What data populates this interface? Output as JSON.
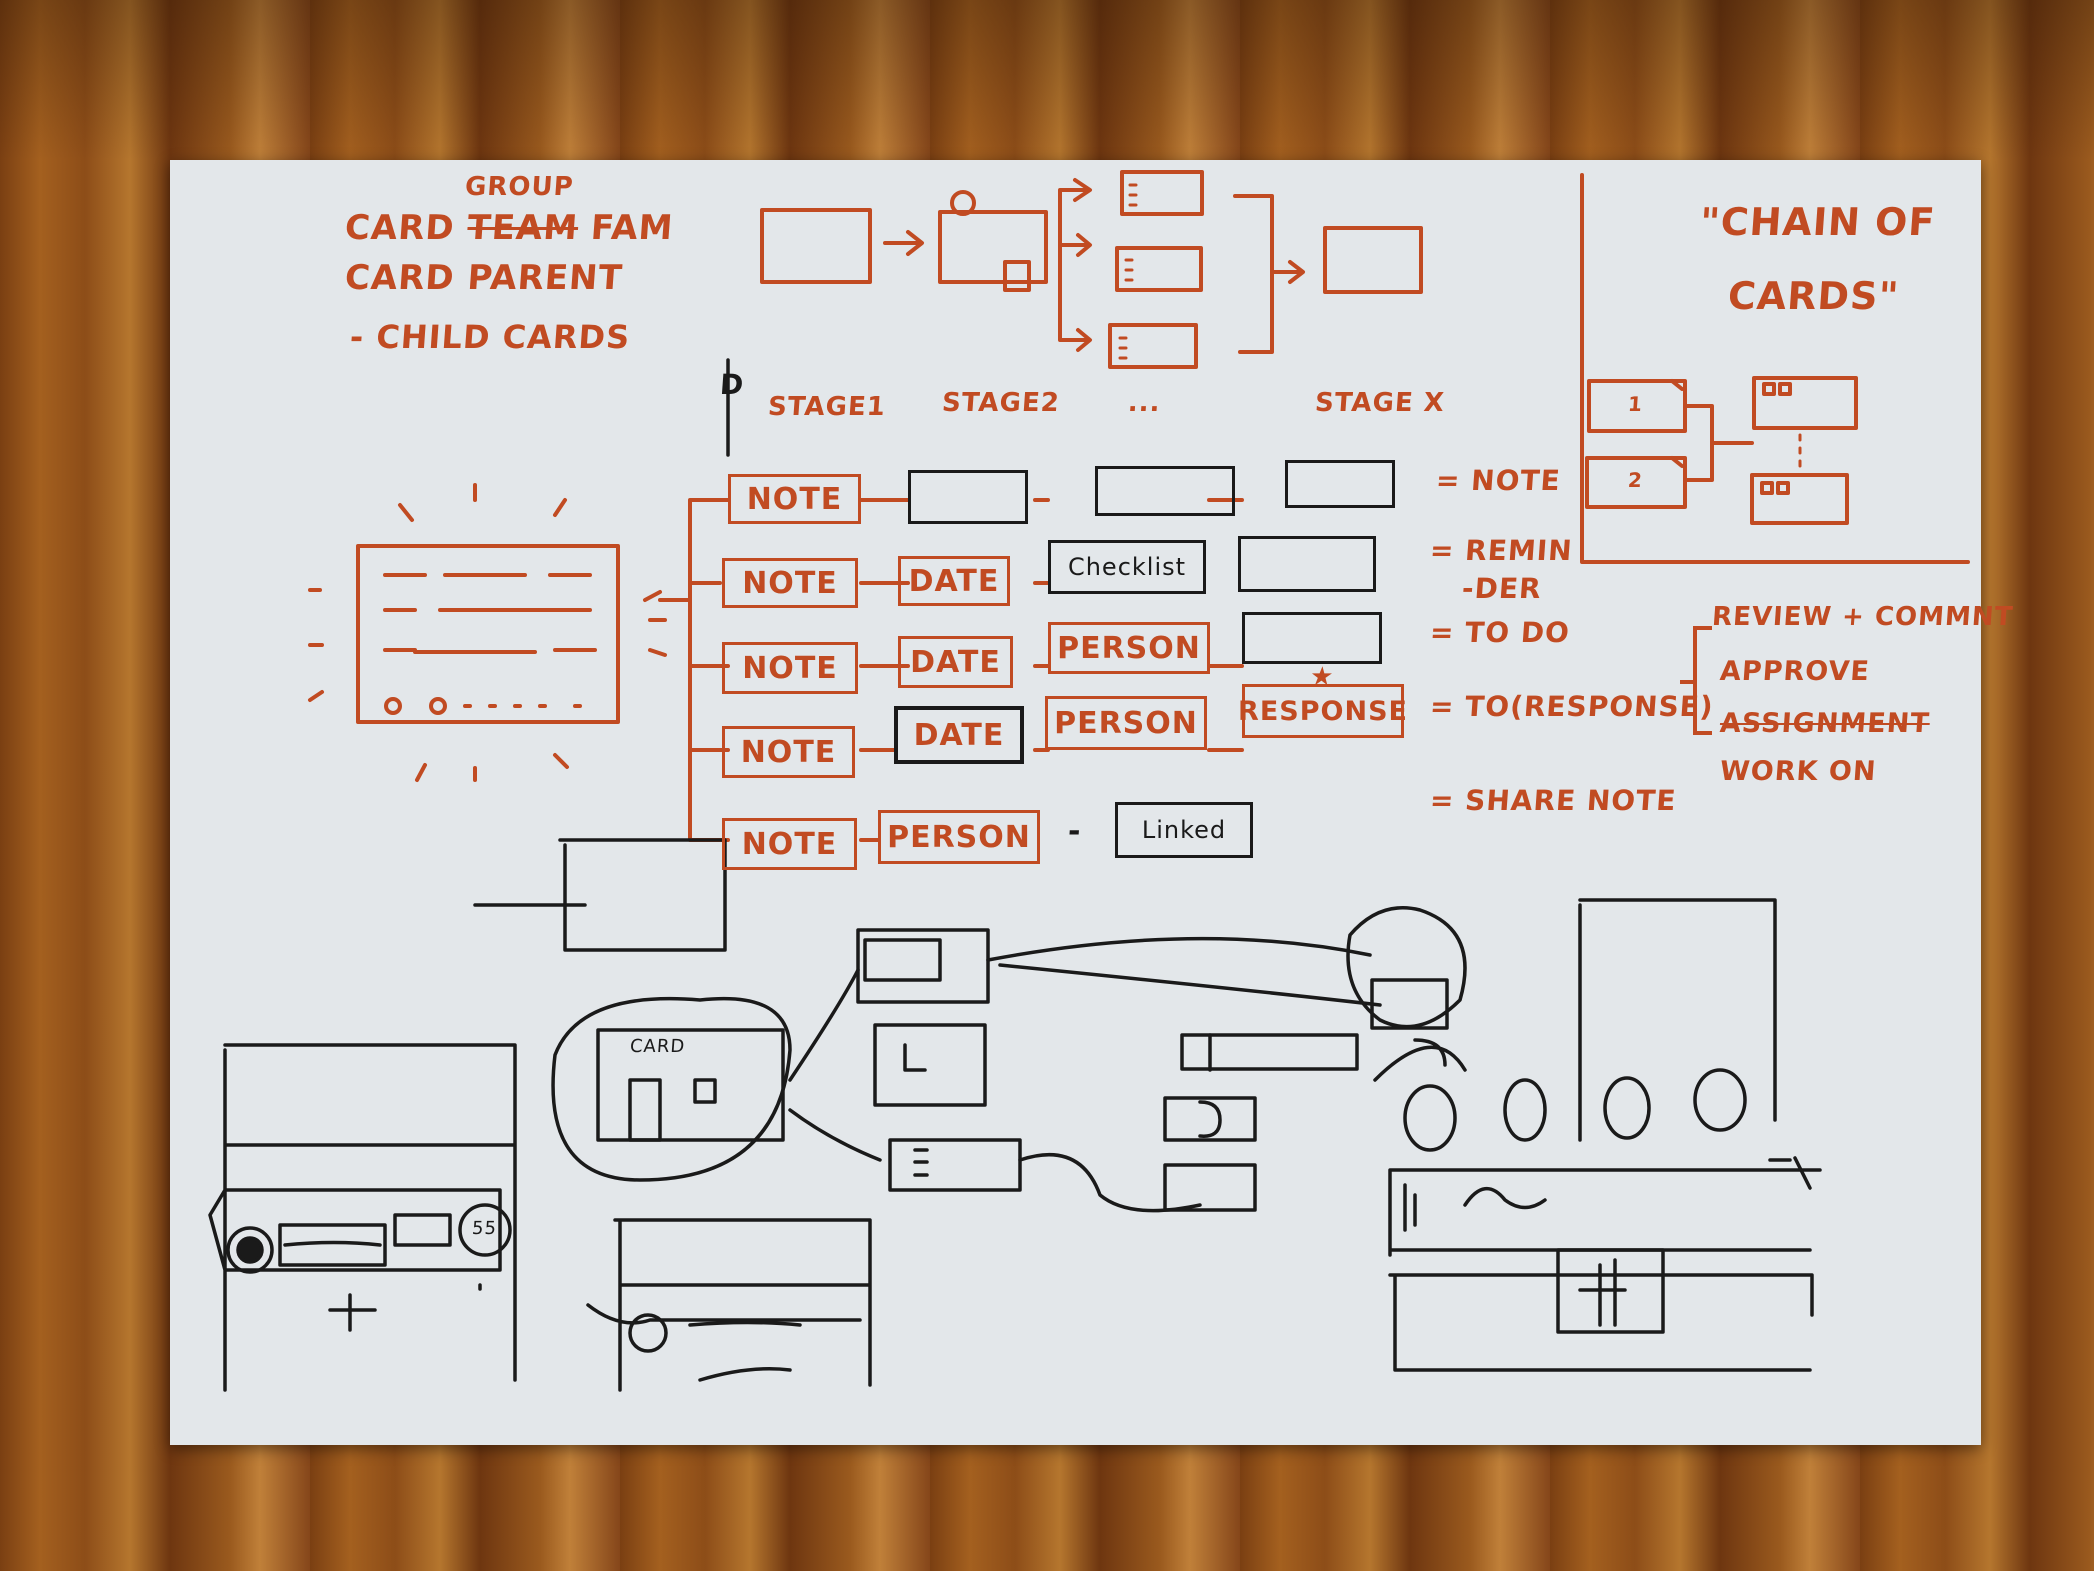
{
  "colors": {
    "orange_ink": "#c14b22",
    "black_ink": "#1a1a1a",
    "paper": "#e3e7ea"
  },
  "header": {
    "line1_prefix": "CARD",
    "line1_struck": "TEAM",
    "line1_suffix": "FAM",
    "line1_above": "GROUP",
    "line2": "CARD PARENT",
    "line3": "- CHILD CARDS"
  },
  "stages": {
    "marker": "D",
    "labels": [
      "STAGE1",
      "STAGE2",
      "...",
      "STAGE X"
    ]
  },
  "rows": [
    {
      "cells": [
        "NOTE",
        "",
        "",
        ""
      ],
      "meaning": "= NOTE"
    },
    {
      "cells": [
        "NOTE",
        "DATE",
        "Checklist",
        ""
      ],
      "meaning": "= REMIN",
      "meaning2": "-DER"
    },
    {
      "cells": [
        "NOTE",
        "DATE",
        "PERSON",
        ""
      ],
      "meaning": "= TO DO"
    },
    {
      "cells": [
        "NOTE",
        "DATE",
        "PERSON",
        "RESPONSE"
      ],
      "meaning": "= TO(RESPONSE)",
      "star": "★"
    },
    {
      "cells": [
        "NOTE",
        "PERSON",
        "-",
        "Linked"
      ],
      "meaning": "= SHARE NOTE"
    }
  ],
  "response_options": [
    {
      "label": "REVIEW + COMMNT",
      "struck": false
    },
    {
      "label": "APPROVE",
      "struck": false
    },
    {
      "label": "ASSIGNMENT",
      "struck": true
    },
    {
      "label": "WORK ON",
      "struck": false
    }
  ],
  "chain": {
    "title1": "\"CHAIN OF",
    "title2": "CARDS\"",
    "card1": "1",
    "card2": "2"
  },
  "sketch": {
    "card_label": "CARD",
    "badge": "55"
  }
}
